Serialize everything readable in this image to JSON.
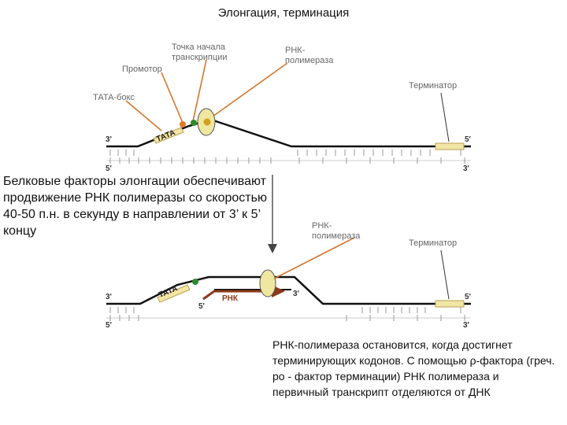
{
  "title": "Элонгация, терминация",
  "top_panel": {
    "labels": {
      "tss": [
        "Точка  начала",
        "транскрипции"
      ],
      "polymerase": [
        "РНК-",
        "полимераза"
      ],
      "promoter": "Промотор",
      "tata_box": "ТАТА-бокс",
      "terminator": "Терминатор",
      "tata": "ТАТА"
    },
    "ends": {
      "top_left": "3'",
      "top_right": "5'",
      "bottom_left": "5'",
      "bottom_right": "3'"
    }
  },
  "bottom_panel": {
    "labels": {
      "polymerase": [
        "РНК-",
        "полимераза"
      ],
      "terminator": "Терминатор",
      "tata": "ТАТА",
      "rna": "РНК",
      "rna_end": "5'",
      "rna_tip": "3'"
    },
    "ends": {
      "top_left": "3'",
      "top_right": "5'",
      "bottom_left": "5'",
      "bottom_right": "3'"
    }
  },
  "note_left": "Белковые факторы элонгации обеспечивают продвижение РНК полимеразы со скоростью 40-50 п.н. в секунду в направлении от 3’ к 5’ концу",
  "note_right": "РНК-полимераза остановится, когда достигнет терминирующих кодонов. С помощью ρ-фактора (греч. ро - фактор терминации) РНК полимераза и первичный транскрипт отделяются от ДНК",
  "colors": {
    "strand": "#111111",
    "pointer": "#d2762e",
    "tata_fill": "#f2e6a6",
    "polymerase_fill": "#efe6a0",
    "rna": "#8b3a1a",
    "promoter_dot": "#e07a2a",
    "tss_dot": "#2e8b2e"
  }
}
